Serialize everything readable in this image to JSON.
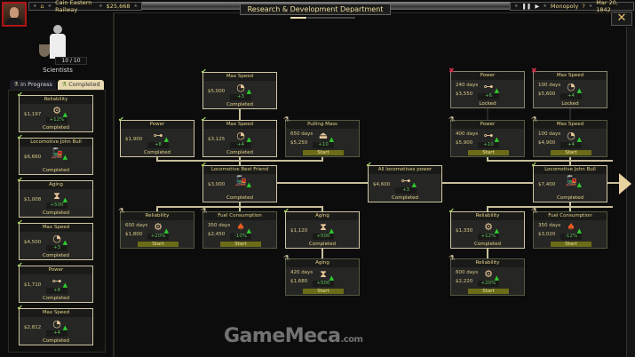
{
  "topbar": {
    "company": "Cain Eastern Railway",
    "money": "$25,668",
    "mode": "Monopoly",
    "date": "Mar 20, 1842"
  },
  "title": "Research & Development Department",
  "close_icon": "close-icon",
  "scientists": {
    "count": "10 / 10",
    "label": "Scientists"
  },
  "tabs": {
    "in_progress": "In Progress",
    "completed": "Completed"
  },
  "completed_list": [
    {
      "title": "Reliability",
      "cost": "$1,197",
      "value": "+12%",
      "icon": "gear",
      "status": "Completed"
    },
    {
      "title": "Locomotive John Bull",
      "cost": "$6,660",
      "value": "",
      "icon": "loco",
      "status": "Completed"
    },
    {
      "title": "Aging",
      "cost": "$1,008",
      "value": "+500",
      "icon": "hourglass",
      "status": "Completed"
    },
    {
      "title": "Max Speed",
      "cost": "$4,500",
      "value": "+3",
      "icon": "gauge",
      "status": "Completed"
    },
    {
      "title": "Power",
      "cost": "$1,710",
      "value": "+8",
      "icon": "piston",
      "status": "Completed"
    },
    {
      "title": "Max Speed",
      "cost": "$2,812",
      "value": "+4",
      "icon": "gauge",
      "status": "Completed"
    }
  ],
  "tree": [
    {
      "title": "Max Speed",
      "days": "",
      "cost": "$5,000",
      "value": "+3",
      "icon": "gauge",
      "status": "Completed",
      "state": "done"
    },
    {
      "title": "Power",
      "days": "",
      "cost": "$1,900",
      "value": "+8",
      "icon": "piston",
      "status": "Completed",
      "state": "done"
    },
    {
      "title": "Max Speed",
      "days": "",
      "cost": "$3,125",
      "value": "+4",
      "icon": "gauge",
      "status": "Completed",
      "state": "done"
    },
    {
      "title": "Pulling Mass",
      "days": "650 days",
      "cost": "$5,250",
      "value": "+10",
      "icon": "weight",
      "status": "Start",
      "state": "avail"
    },
    {
      "title": "Locomotive Best Friend",
      "days": "",
      "cost": "$3,000",
      "value": "",
      "icon": "loco",
      "status": "Completed",
      "state": "done"
    },
    {
      "title": "All locomotives power",
      "days": "",
      "cost": "$4,600",
      "value": "+3",
      "icon": "piston",
      "status": "Completed",
      "state": "done"
    },
    {
      "title": "Locomotive John Bull",
      "days": "",
      "cost": "$7,400",
      "value": "",
      "icon": "loco",
      "status": "Completed",
      "state": "done"
    },
    {
      "title": "Reliability",
      "days": "600 days",
      "cost": "$1,800",
      "value": "+20%",
      "icon": "gear",
      "status": "Start",
      "state": "avail"
    },
    {
      "title": "Fuel Consumption",
      "days": "350 days",
      "cost": "$2,450",
      "value": "-10%",
      "icon": "shovel",
      "status": "Start",
      "state": "avail"
    },
    {
      "title": "Aging",
      "days": "",
      "cost": "$1,120",
      "value": "+500",
      "icon": "hourglass",
      "status": "Completed",
      "state": "done"
    },
    {
      "title": "Aging",
      "days": "420 days",
      "cost": "$1,680",
      "value": "+500",
      "icon": "hourglass",
      "status": "Start",
      "state": "avail"
    },
    {
      "title": "Power",
      "days": "240 days",
      "cost": "$3,550",
      "value": "+6",
      "icon": "piston",
      "status": "Locked",
      "state": "locked"
    },
    {
      "title": "Max Speed",
      "days": "100 days",
      "cost": "$5,600",
      "value": "+4",
      "icon": "gauge",
      "status": "Locked",
      "state": "locked"
    },
    {
      "title": "Power",
      "days": "400 days",
      "cost": "$5,900",
      "value": "+10",
      "icon": "piston",
      "status": "Start",
      "state": "avail"
    },
    {
      "title": "Max Speed",
      "days": "100 days",
      "cost": "$4,900",
      "value": "+4",
      "icon": "gauge",
      "status": "Start",
      "state": "avail"
    },
    {
      "title": "Reliability",
      "days": "",
      "cost": "$1,330",
      "value": "+12%",
      "icon": "gear",
      "status": "Completed",
      "state": "done"
    },
    {
      "title": "Fuel Consumption",
      "days": "350 days",
      "cost": "$3,020",
      "value": "-12%",
      "icon": "shovel",
      "status": "Start",
      "state": "avail"
    },
    {
      "title": "Reliability",
      "days": "600 days",
      "cost": "$2,220",
      "value": "+20%",
      "icon": "gear",
      "status": "Start",
      "state": "avail"
    }
  ],
  "watermark": "GameMeca",
  "watermark_suffix": ".com"
}
